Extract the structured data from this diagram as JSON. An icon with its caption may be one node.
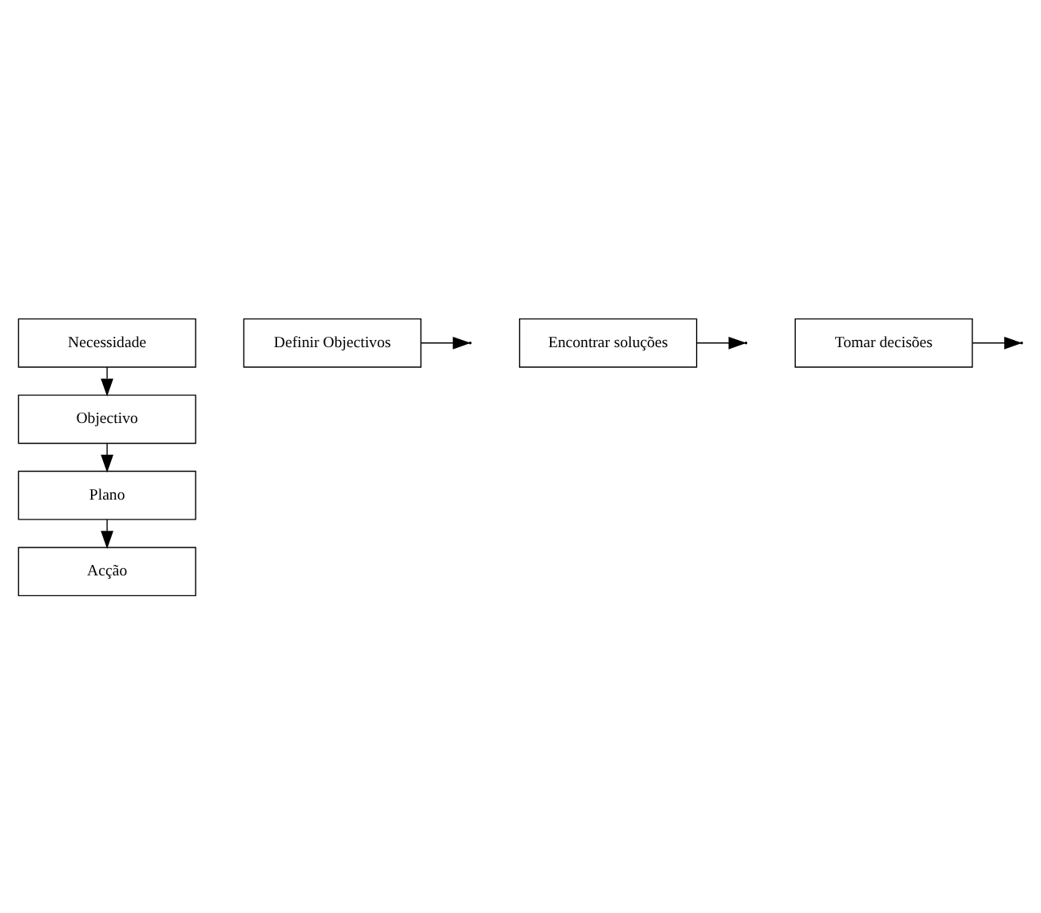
{
  "diagram": {
    "nodes": [
      {
        "text": [
          "Necessidade"
        ]
      },
      {
        "text": [
          "Definir Objectivos"
        ]
      },
      {
        "text": [
          "Objectivo"
        ]
      },
      {
        "text": [
          "Encontrar soluções"
        ]
      },
      {
        "text": [
          "Plano"
        ]
      },
      {
        "text": [
          "Tomar decisões"
        ]
      },
      {
        "text": [
          "Acção"
        ]
      }
    ],
    "edges": [
      {
        "from": 0,
        "to": 2,
        "arrow": "to"
      },
      {
        "from": 2,
        "to": 4,
        "arrow": "to"
      },
      {
        "from": 4,
        "to": 6,
        "arrow": "to"
      },
      {
        "from": 1,
        "to": null,
        "arrow": "to"
      },
      {
        "from": 3,
        "to": null,
        "arrow": "to"
      },
      {
        "from": 5,
        "to": null,
        "arrow": "to"
      }
    ]
  }
}
